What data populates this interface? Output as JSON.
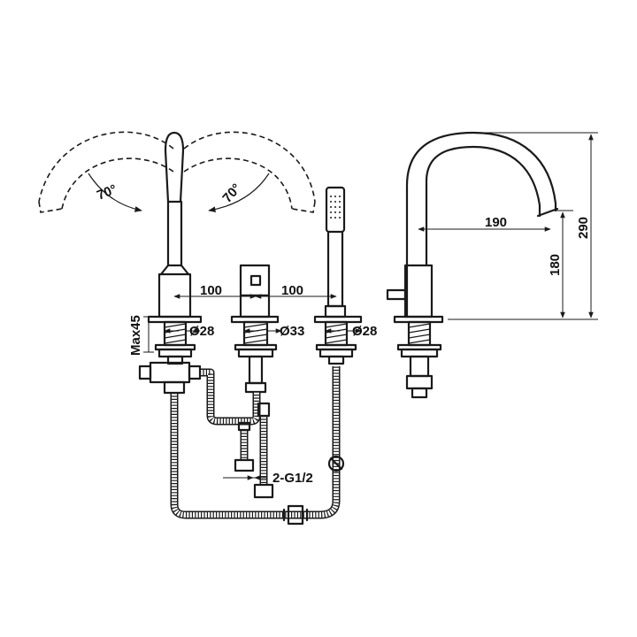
{
  "drawing": {
    "dimensions": {
      "spout_angle_left": "70°",
      "spout_angle_right": "70°",
      "spacing_left": "100",
      "spacing_right": "100",
      "deck_thickness_max": "Max45",
      "hole_left": "Ø28",
      "hole_center": "Ø33",
      "hole_right": "Ø28",
      "connection_thread": "2-G1/2",
      "spout_reach": "190",
      "spout_outlet_height": "180",
      "total_height": "290"
    },
    "colors": {
      "ink": "#1a1a1a",
      "background": "#ffffff"
    }
  }
}
